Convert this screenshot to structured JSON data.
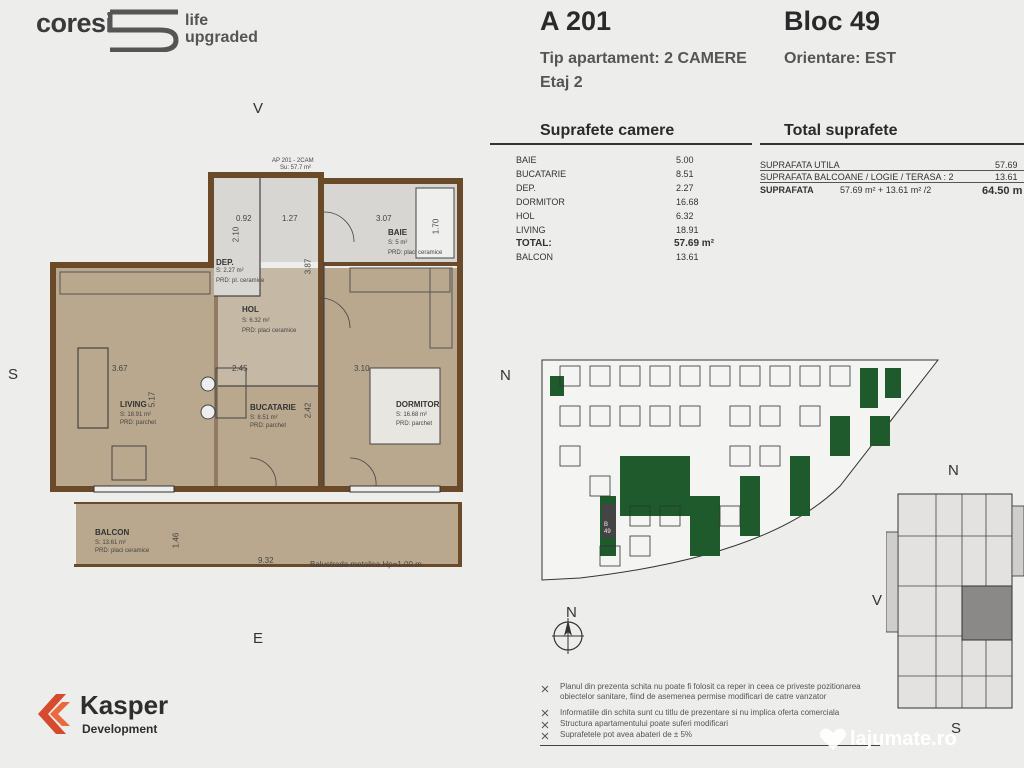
{
  "brand": {
    "name": "coresi",
    "tagline_1": "life",
    "tagline_2": "upgraded"
  },
  "apartment": {
    "code": "A 201",
    "type": "Tip apartament: 2 CAMERE",
    "floor": "Etaj 2"
  },
  "block": {
    "code": "Bloc 49",
    "orientation": "Orientare: EST"
  },
  "rooms_table": {
    "heading": "Suprafete camere",
    "rows": [
      {
        "name": "BAIE",
        "value": "5.00"
      },
      {
        "name": "BUCATARIE",
        "value": "8.51"
      },
      {
        "name": "DEP.",
        "value": "2.27"
      },
      {
        "name": "DORMITOR",
        "value": "16.68"
      },
      {
        "name": "HOL",
        "value": "6.32"
      },
      {
        "name": "LIVING",
        "value": "18.91"
      },
      {
        "name": "TOTAL:",
        "value": "57.69 m²"
      },
      {
        "name": "BALCON",
        "value": "13.61"
      }
    ]
  },
  "total_table": {
    "heading": "Total suprafete",
    "rows": [
      {
        "name": "SUPRAFATA UTILA",
        "mid": "",
        "value": "57.69"
      },
      {
        "name": "SUPRAFATA BALCOANE / LOGIE / TERASA : 2",
        "mid": "",
        "value": "13.61"
      },
      {
        "name": "SUPRAFATA",
        "mid": "57.69 m² + 13.61 m² /2",
        "value": "64.50 m"
      }
    ]
  },
  "plan": {
    "compass_v": "V",
    "compass_s": "S",
    "compass_e": "E",
    "header_code": "AP 201 - 2CAM",
    "header_area": "Su: 57.7 m²",
    "rooms": [
      {
        "name": "LIVING",
        "area": "S: 18.91 m²",
        "floor": "PRD: parchet"
      },
      {
        "name": "BUCATARIE",
        "area": "S: 8.51 m²",
        "floor": "PRD: parchet"
      },
      {
        "name": "HOL",
        "area": "S: 6.32 m²",
        "floor": "PRD: placi ceramice"
      },
      {
        "name": "DORMITOR",
        "area": "S: 16.68 m²",
        "floor": "PRD: parchet"
      },
      {
        "name": "BAIE",
        "area": "S: 5 m²",
        "floor": "PRD: placi ceramice"
      },
      {
        "name": "DEP.",
        "area": "S: 2.27 m²",
        "floor": "PRD: pl. ceramice"
      },
      {
        "name": "BALCON",
        "area": "S: 13.61 m²",
        "floor": "PRD: placi ceramice"
      }
    ],
    "dims": {
      "d1": "3.67",
      "d2": "2.45",
      "d3": "3.10",
      "d4": "1.27",
      "d5": "3.07",
      "d6": "0.92",
      "d7": "5.17",
      "d8": "3.87",
      "d9": "1.70",
      "d10": "1.46",
      "d11": "9.32",
      "d12": "2.10",
      "d13": "2.42"
    },
    "railing": "Balustrada metalica Hp=1.00 m"
  },
  "site": {
    "north": "N",
    "block_label": "B",
    "block_num": "49",
    "compass": "N"
  },
  "keyplan": {
    "north": "N",
    "west": "V",
    "south": "S"
  },
  "notes": [
    "Planul din prezenta schita nu poate fi folosit ca reper in ceea ce priveste pozitionarea",
    "obiectelor sanitare, fiind de asemenea permise modificari de catre vanzator",
    "Informatiile din schita sunt cu titlu de prezentare si nu implica oferta comerciala",
    "Structura apartamentului poate suferi modificari",
    "Suprafetele pot avea abateri de ± 5%"
  ],
  "developer": {
    "name": "Kasper",
    "sub": "Development"
  },
  "watermark": {
    "text": "lajumate.ro"
  },
  "colors": {
    "wall": "#6b4a2a",
    "floor": "#b8a58a",
    "green": "#1f5a2c"
  }
}
